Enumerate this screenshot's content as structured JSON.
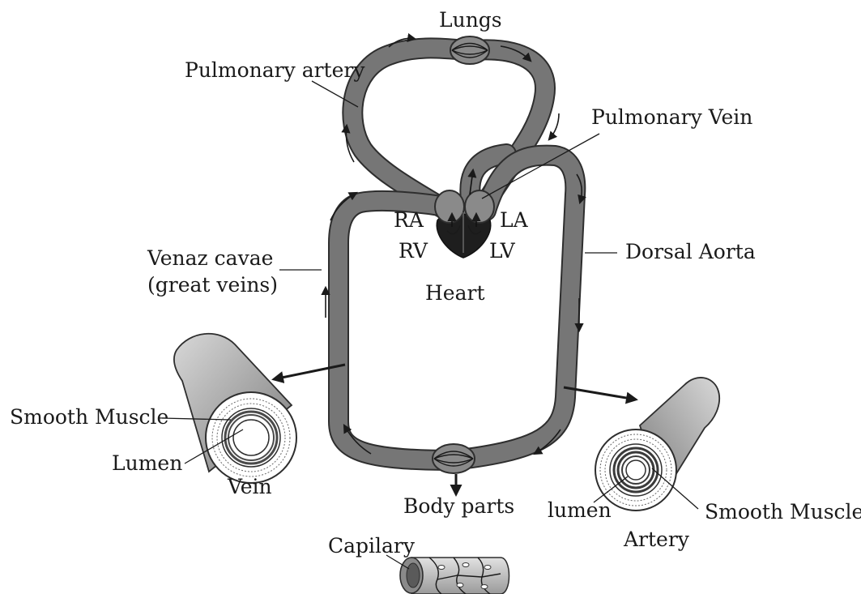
{
  "labels": {
    "lungs": "Lungs",
    "pulmonary_artery": "Pulmonary artery",
    "pulmonary_vein": "Pulmonary Vein",
    "ra": "RA",
    "la": "LA",
    "rv": "RV",
    "lv": "LV",
    "dorsal_aorta": "Dorsal Aorta",
    "venae_cavae_line1": "Venaz cavae",
    "venae_cavae_line2": "(great veins)",
    "heart": "Heart",
    "smooth_muscle_vein": "Smooth Muscle",
    "lumen_vein": "Lumen",
    "vein": "Vein",
    "body_parts": "Body parts",
    "lumen_artery": "lumen",
    "smooth_muscle_artery": "Smooth Muscle",
    "artery": "Artery",
    "capillary": "Capilary"
  },
  "colors": {
    "vessel_fill": "#767676",
    "vessel_outline": "#2e2e2e",
    "heart_dark": "#1e1e1e",
    "atrium": "#8a8a8a",
    "tube_light": "#d8d8d8",
    "tube_dark": "#7a7a7a"
  }
}
